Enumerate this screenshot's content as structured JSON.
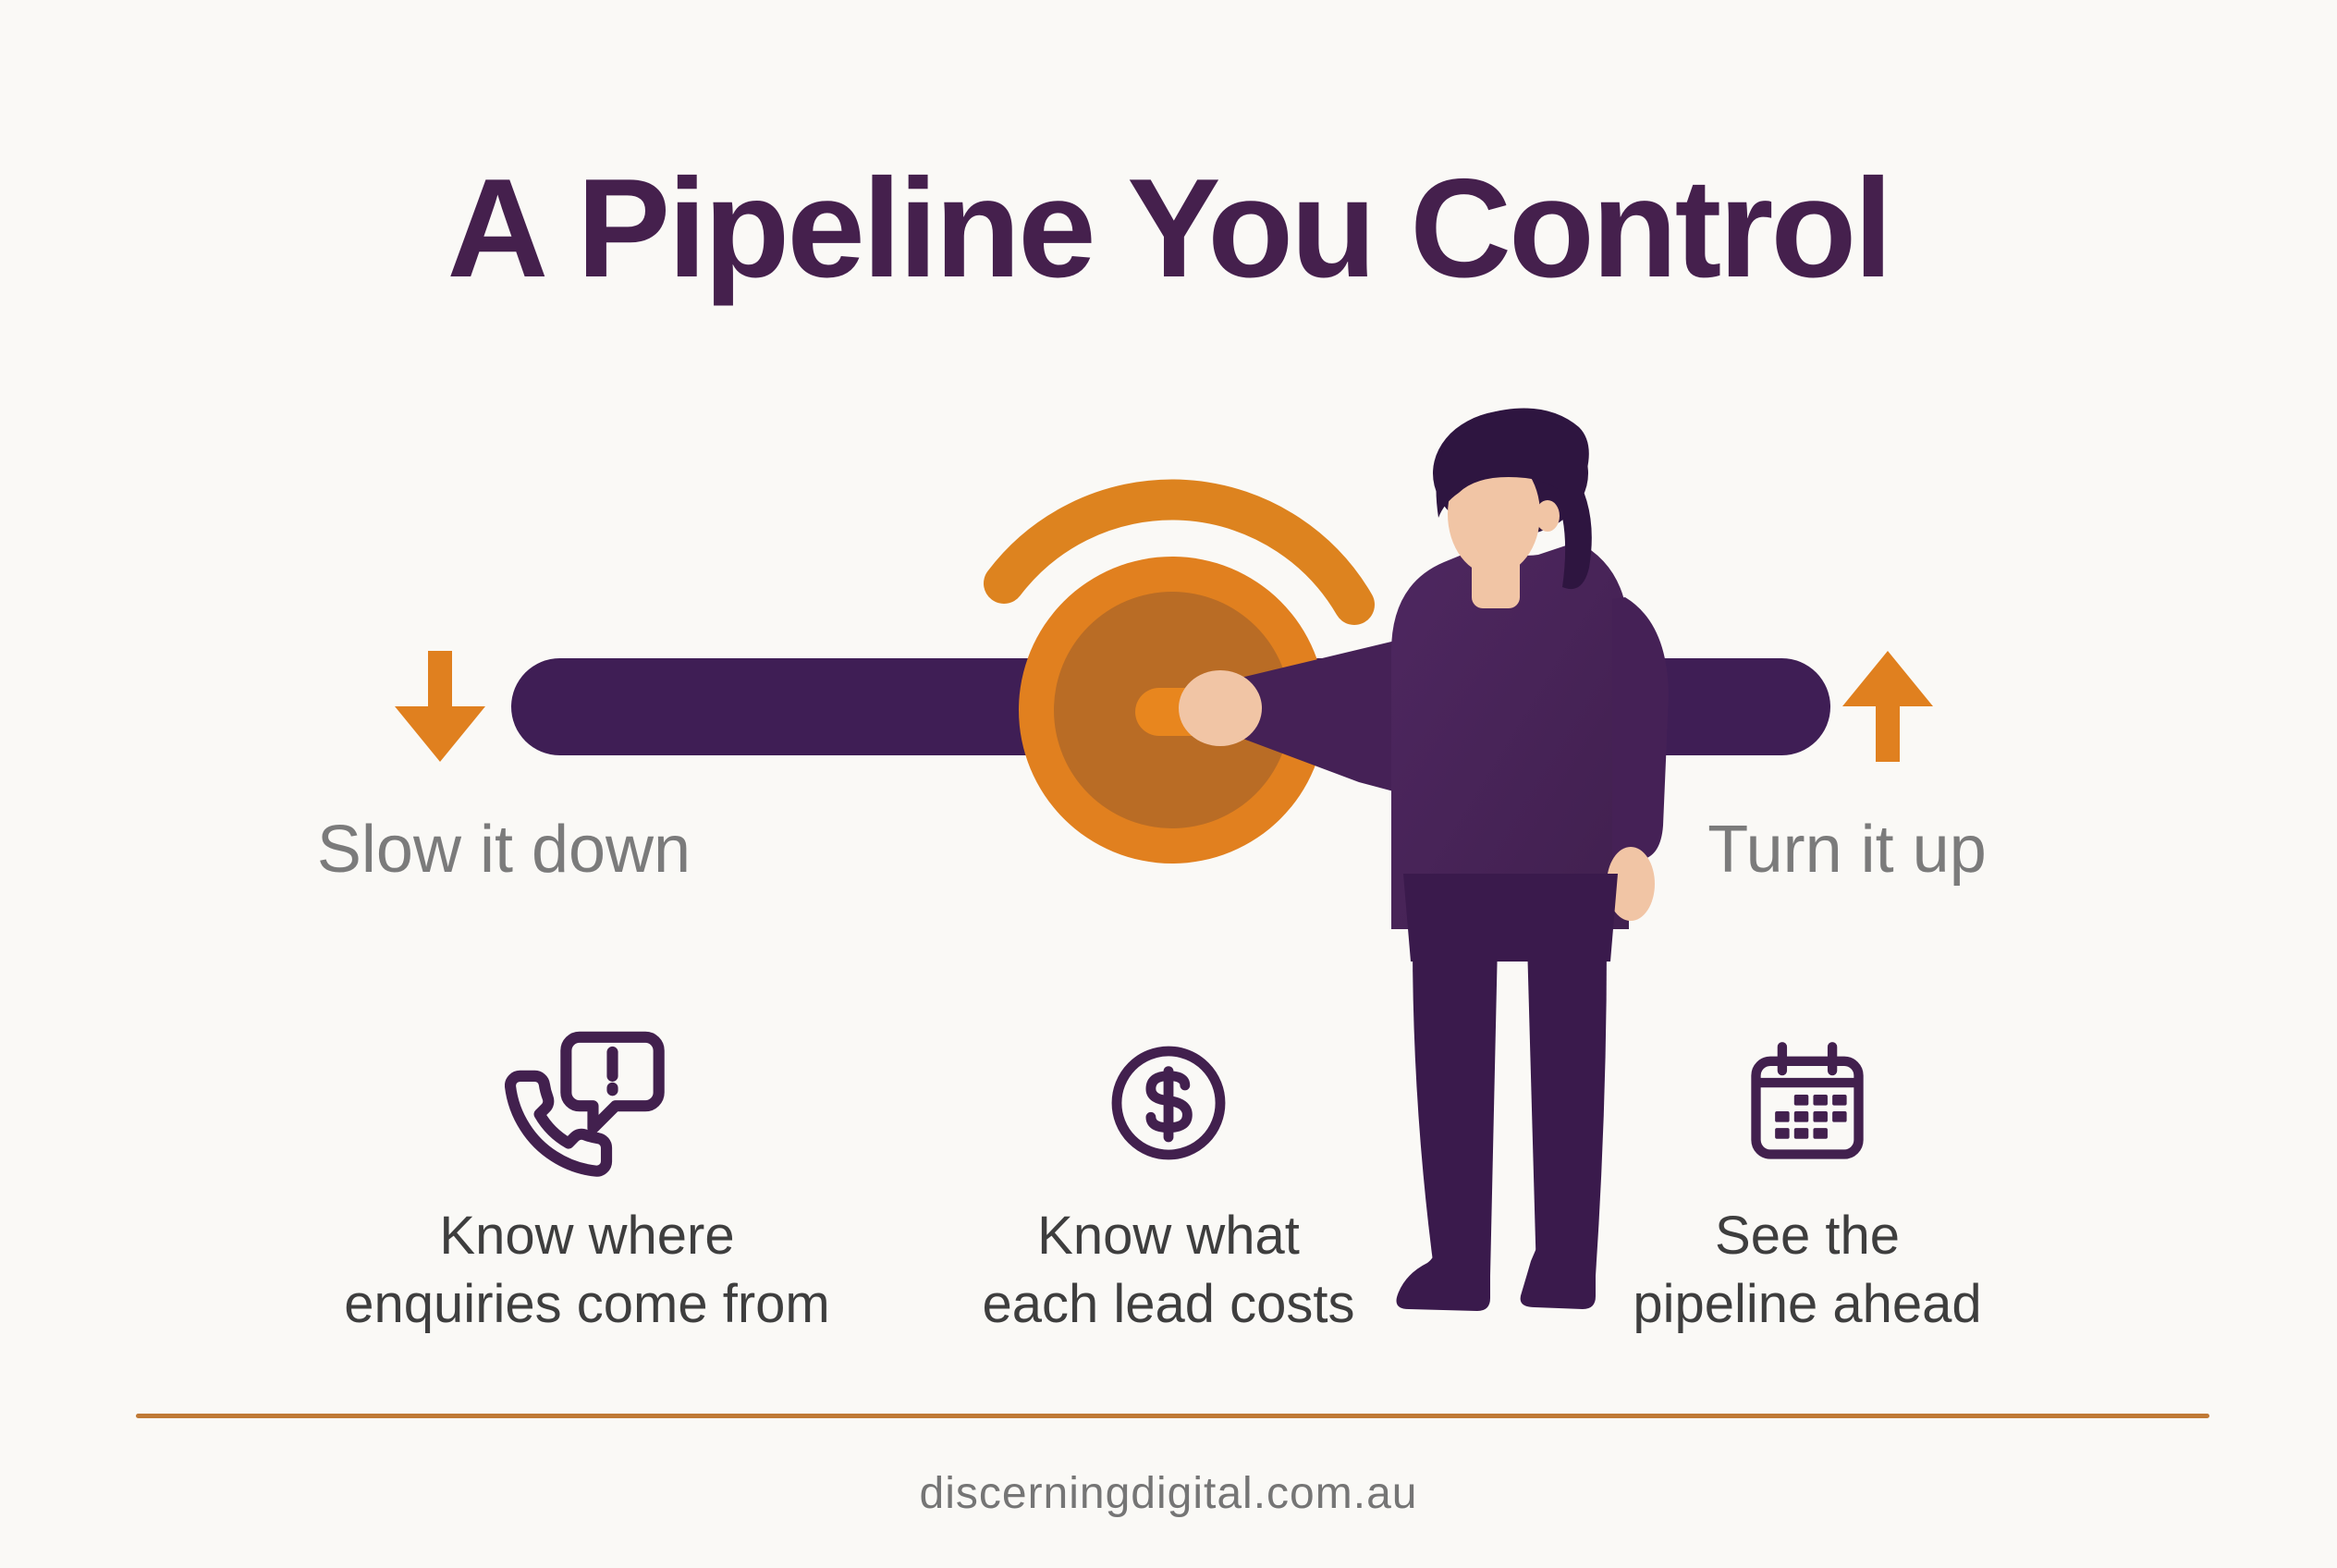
{
  "title": {
    "text": "A Pipeline You Control"
  },
  "slider": {
    "left_label": "Slow it down",
    "right_label": "Turn it up",
    "track_color": "#3F1E55",
    "dial_color": "#E1801F",
    "dial_inner_color": "#B96C25",
    "arc_color": "#DD831F",
    "knob_color": "#E8861E",
    "arrow_color": "#E0801F",
    "label_color": "#7B7B7B"
  },
  "person": {
    "skin_color": "#F1C5A5",
    "hair_color": "#2E1540",
    "sweater_color": "#4A2458",
    "pants_color": "#3A1A4C"
  },
  "features": [
    {
      "icon": "phone-enquiry-icon",
      "line1": "Know where",
      "line2": "enquiries come from"
    },
    {
      "icon": "dollar-circle-icon",
      "line1": "Know what",
      "line2": "each lead costs"
    },
    {
      "icon": "calendar-icon",
      "line1": "See the",
      "line2": "pipeline ahead"
    }
  ],
  "features_style": {
    "icon_color": "#42204E",
    "text_color": "#3E3E3E"
  },
  "footer": {
    "website": "discerningdigital.com.au",
    "divider_color": "#C07A36"
  },
  "page": {
    "background": "#FAF9F6",
    "title_color": "#45204D"
  }
}
